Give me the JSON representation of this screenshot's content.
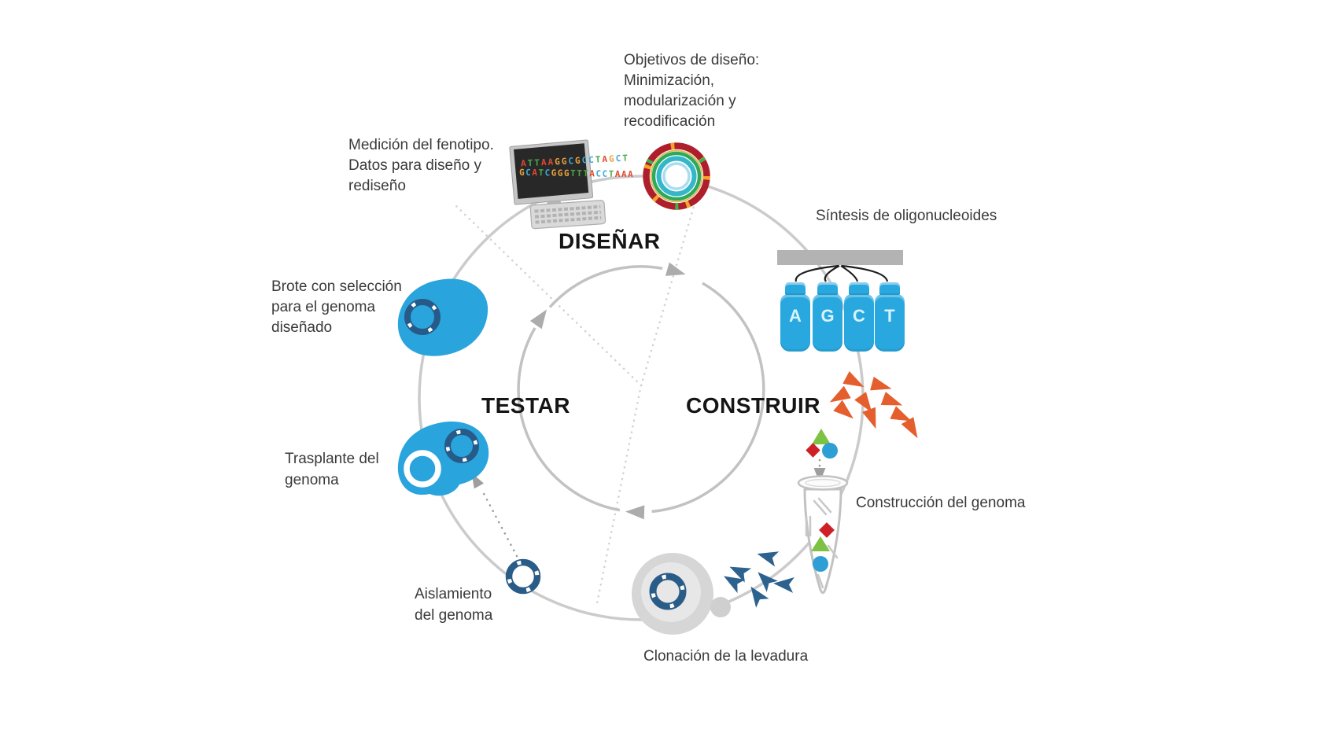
{
  "diagram": {
    "phases": {
      "design": "DISEÑAR",
      "build": "CONSTRUIR",
      "test": "TESTAR"
    },
    "annotations": {
      "design_goals": {
        "line1": "Objetivos de diseño:",
        "line2": "Minimización,",
        "line3": "modularización y",
        "line4": "recodificación"
      },
      "phenotype": {
        "line1": "Medición del fenotipo.",
        "line2": "Datos para diseño y",
        "line3": "rediseño"
      },
      "oligo_synthesis": "Síntesis de oligonucleoides",
      "genome_construction": "Construcción del genoma",
      "yeast_cloning": "Clonación de la levadura",
      "genome_isolation": {
        "line1": "Aislamiento",
        "line2": "del genoma"
      },
      "genome_transplant": {
        "line1": "Trasplante del",
        "line2": "genoma"
      },
      "budding_selection": {
        "line1": "Brote con selección",
        "line2": "para el genoma",
        "line3": "diseñado"
      }
    },
    "bottles": [
      {
        "label": "A"
      },
      {
        "label": "G"
      },
      {
        "label": "C"
      },
      {
        "label": "T"
      }
    ],
    "dna_stream": {
      "row1": "ATTAAGGCGCCTAGCT",
      "row2": "GCATCGGGTTTACCTAAA"
    },
    "base_colors": {
      "A": "#e04a2f",
      "C": "#3fa9d8",
      "G": "#e8a33d",
      "T": "#4ba84a"
    },
    "colors": {
      "cycle_gray": "#c9c9c9",
      "arrow_gray": "#acacac",
      "cell_blue": "#2aa4dc",
      "plasmid_navy": "#2a5c88",
      "fragment_orange": "#e45f2d",
      "fragment_blue": "#2d628f",
      "diamond_red": "#ce2027",
      "triangle_green": "#7dc242",
      "circle_blue": "#2e9fd4",
      "ring_teal": "#35b7c9",
      "ring_red": "#ae1f2b"
    }
  }
}
